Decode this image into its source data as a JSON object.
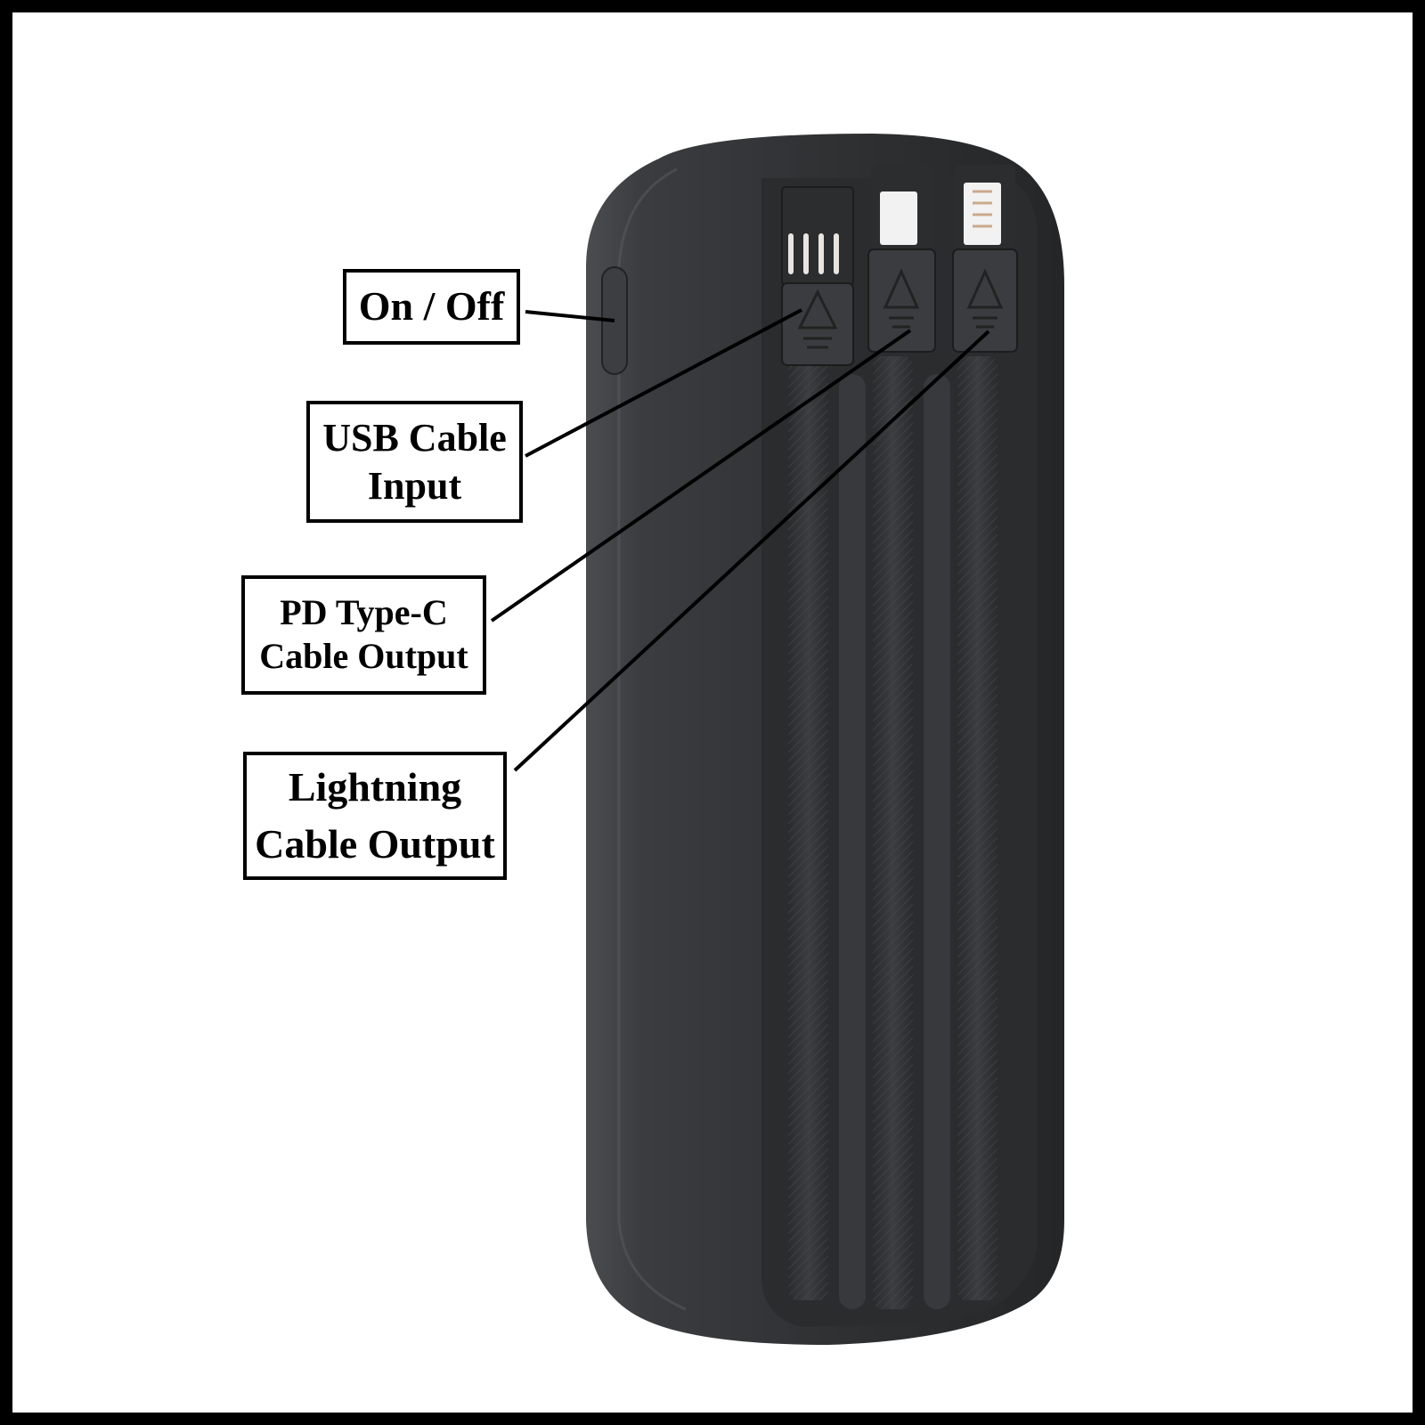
{
  "colors": {
    "background": "#ffffff",
    "frame": "#000000",
    "device_body": "#2f3133",
    "device_highlight": "#4a4d50",
    "connector_white": "#f2f2f2"
  },
  "labels": {
    "on_off": {
      "lines": [
        "On / Off"
      ]
    },
    "usb_cable_input": {
      "lines": [
        "USB Cable",
        "Input"
      ]
    },
    "pd_type_c": {
      "lines": [
        "PD Type-C",
        "Cable Output"
      ]
    },
    "lightning": {
      "lines": [
        "Lightning",
        "Cable Output"
      ]
    }
  }
}
